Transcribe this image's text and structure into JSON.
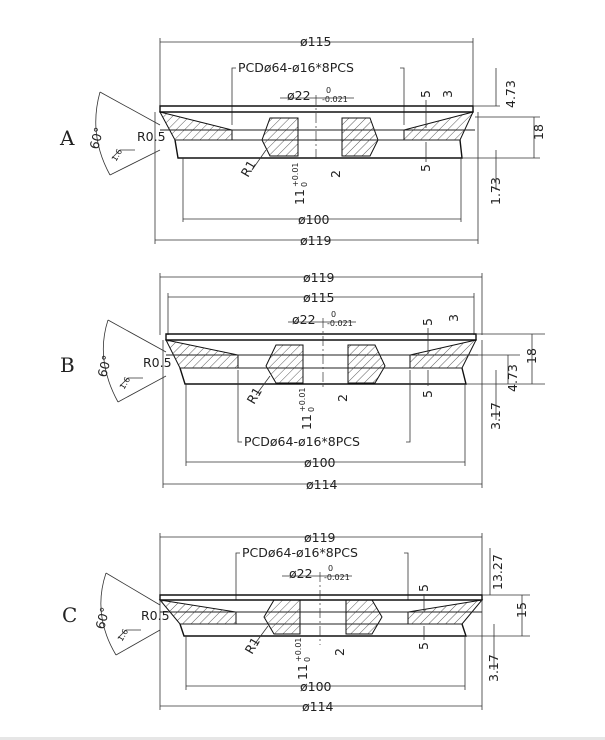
{
  "views": [
    {
      "label": "A",
      "top_diameter": "ø115",
      "pcd": "PCDø64-ø16*8PCS",
      "bore": "ø22",
      "bore_tol_upper": "0",
      "bore_tol_lower": "-0.021",
      "angle": "60°",
      "roughness": "1.6",
      "edge_radius": "R0.5",
      "inner_radius": "R1",
      "dim_5_top": "5",
      "dim_3": "3",
      "dim_5_bottom": "5",
      "dim_2": "2",
      "thickness": "11",
      "thickness_tol_upper": "+0.01",
      "thickness_tol_lower": "0",
      "dim_right_top": "4.73",
      "dim_right_total": "18",
      "dim_right_bottom": "1.73",
      "inner_diameter": "ø100",
      "outer_diameter": "ø119"
    },
    {
      "label": "B",
      "top_outer_diameter": "ø119",
      "top_diameter": "ø115",
      "bore": "ø22",
      "bore_tol_upper": "0",
      "bore_tol_lower": "-0.021",
      "angle": "60°",
      "roughness": "1.6",
      "edge_radius": "R0.5",
      "inner_radius": "R1",
      "dim_5_top": "5",
      "dim_3": "3",
      "dim_5_bottom": "5",
      "dim_2": "2",
      "thickness": "11",
      "thickness_tol_upper": "+0.01",
      "thickness_tol_lower": "0",
      "dim_right_mid": "4.73",
      "dim_right_total": "18",
      "dim_right_bottom": "3.17",
      "pcd": "PCDø64-ø16*8PCS",
      "inner_diameter": "ø100",
      "outer_diameter": "ø114"
    },
    {
      "label": "C",
      "top_outer_diameter": "ø119",
      "pcd": "PCDø64-ø16*8PCS",
      "bore": "ø22",
      "bore_tol_upper": "0",
      "bore_tol_lower": "-0.021",
      "angle": "60°",
      "roughness": "1.6",
      "edge_radius": "R0.5",
      "inner_radius": "R1",
      "dim_5_top": "5",
      "dim_5_bottom": "5",
      "dim_2": "2",
      "thickness": "11",
      "thickness_tol_upper": "+0.01",
      "thickness_tol_lower": "0",
      "dim_right_top": "13.27",
      "dim_right_total": "15",
      "dim_right_bottom": "3.17",
      "inner_diameter": "ø100",
      "outer_diameter": "ø114"
    }
  ]
}
